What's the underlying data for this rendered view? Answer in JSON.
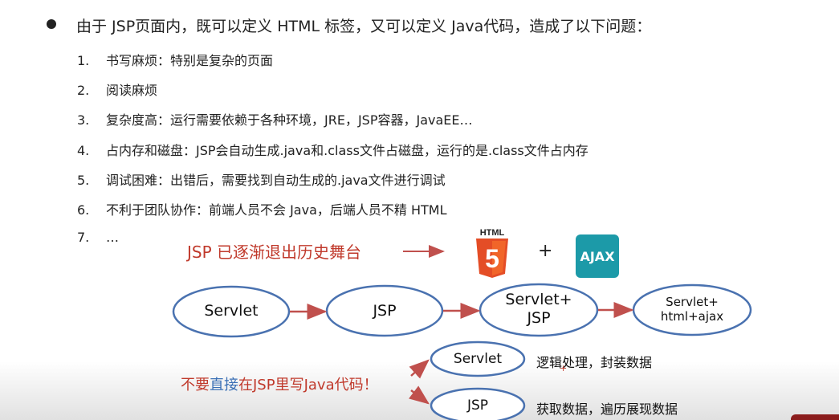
{
  "heading": "由于 JSP页面内，既可以定义 HTML 标签，又可以定义 Java代码，造成了以下问题：",
  "problems": [
    {
      "num": "1.",
      "text": "书写麻烦：特别是复杂的页面"
    },
    {
      "num": "2.",
      "text": "阅读麻烦"
    },
    {
      "num": "3.",
      "text": "复杂度高：运行需要依赖于各种环境，JRE，JSP容器，JavaEE…"
    },
    {
      "num": "4.",
      "text": "占内存和磁盘：JSP会自动生成.java和.class文件占磁盘，运行的是.class文件占内存"
    },
    {
      "num": "5.",
      "text": "调试困难：出错后，需要找到自动生成的.java文件进行调试"
    },
    {
      "num": "6.",
      "text": "不利于团队协作：前端人员不会 Java，后端人员不精 HTML"
    },
    {
      "num": "7.",
      "text": "…"
    }
  ],
  "tagline": "JSP 已逐渐退出历史舞台",
  "logos": {
    "html5_text": "HTML",
    "plus": "+",
    "ajax_text": "AJAX"
  },
  "evolution": {
    "node1": "Servlet",
    "node2": "JSP",
    "node3_line1": "Servlet+",
    "node3_line2": "JSP",
    "node4_line1": "Servlet+",
    "node4_line2": "html+ajax"
  },
  "warning": {
    "part1": "不要",
    "part2": "直接",
    "part3": "在JSP里写Java代码！"
  },
  "split": {
    "servlet_label": "Servlet",
    "servlet_note": "逻辑处理，封装数据",
    "jsp_label": "JSP",
    "jsp_note": "获取数据，遍历展现数据",
    "tiny_plus": "+"
  },
  "colors": {
    "red": "#c0392b",
    "blue_outline": "#4a72b0",
    "arrow": "#c0504d",
    "ajax_bg": "#1c9aa8",
    "html5_orange": "#e44d26"
  }
}
